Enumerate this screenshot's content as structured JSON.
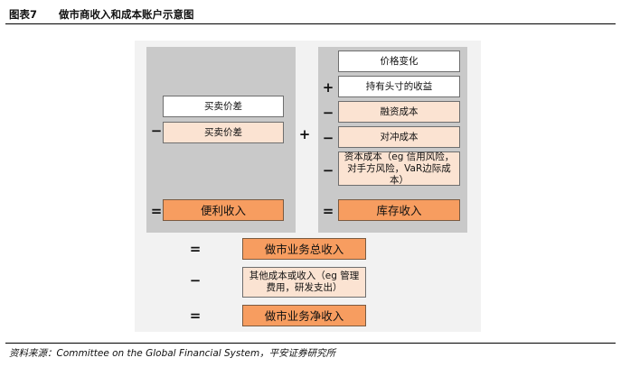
{
  "header": {
    "figure_label": "图表7",
    "title": "做市商收入和成本账户示意图"
  },
  "diagram": {
    "left_panel": {
      "bid_ask_spread_1": "买卖价差",
      "op_minus": "−",
      "bid_ask_spread_2": "买卖价差",
      "op_equals": "=",
      "result": "便利收入"
    },
    "between_op": "+",
    "right_panel": {
      "price_change": "价格变化",
      "op_plus": "+",
      "position_income": "持有头寸的收益",
      "op_minus_1": "−",
      "funding_cost": "融资成本",
      "op_minus_2": "−",
      "hedging_cost": "对冲成本",
      "op_minus_3": "−",
      "capital_cost": "资本成本（eg 信用风险，对手方风险，VaR边际成本）",
      "op_equals": "=",
      "result": "库存收入"
    },
    "bottom": {
      "op_equals_1": "=",
      "total_revenue": "做市业务总收入",
      "op_minus": "−",
      "other_costs": "其他成本或收入（eg 管理费用，研发支出）",
      "op_equals_2": "=",
      "net_revenue": "做市业务净收入"
    }
  },
  "footer": {
    "source": "资料来源：Committee on the Global Financial System，平安证券研究所"
  }
}
